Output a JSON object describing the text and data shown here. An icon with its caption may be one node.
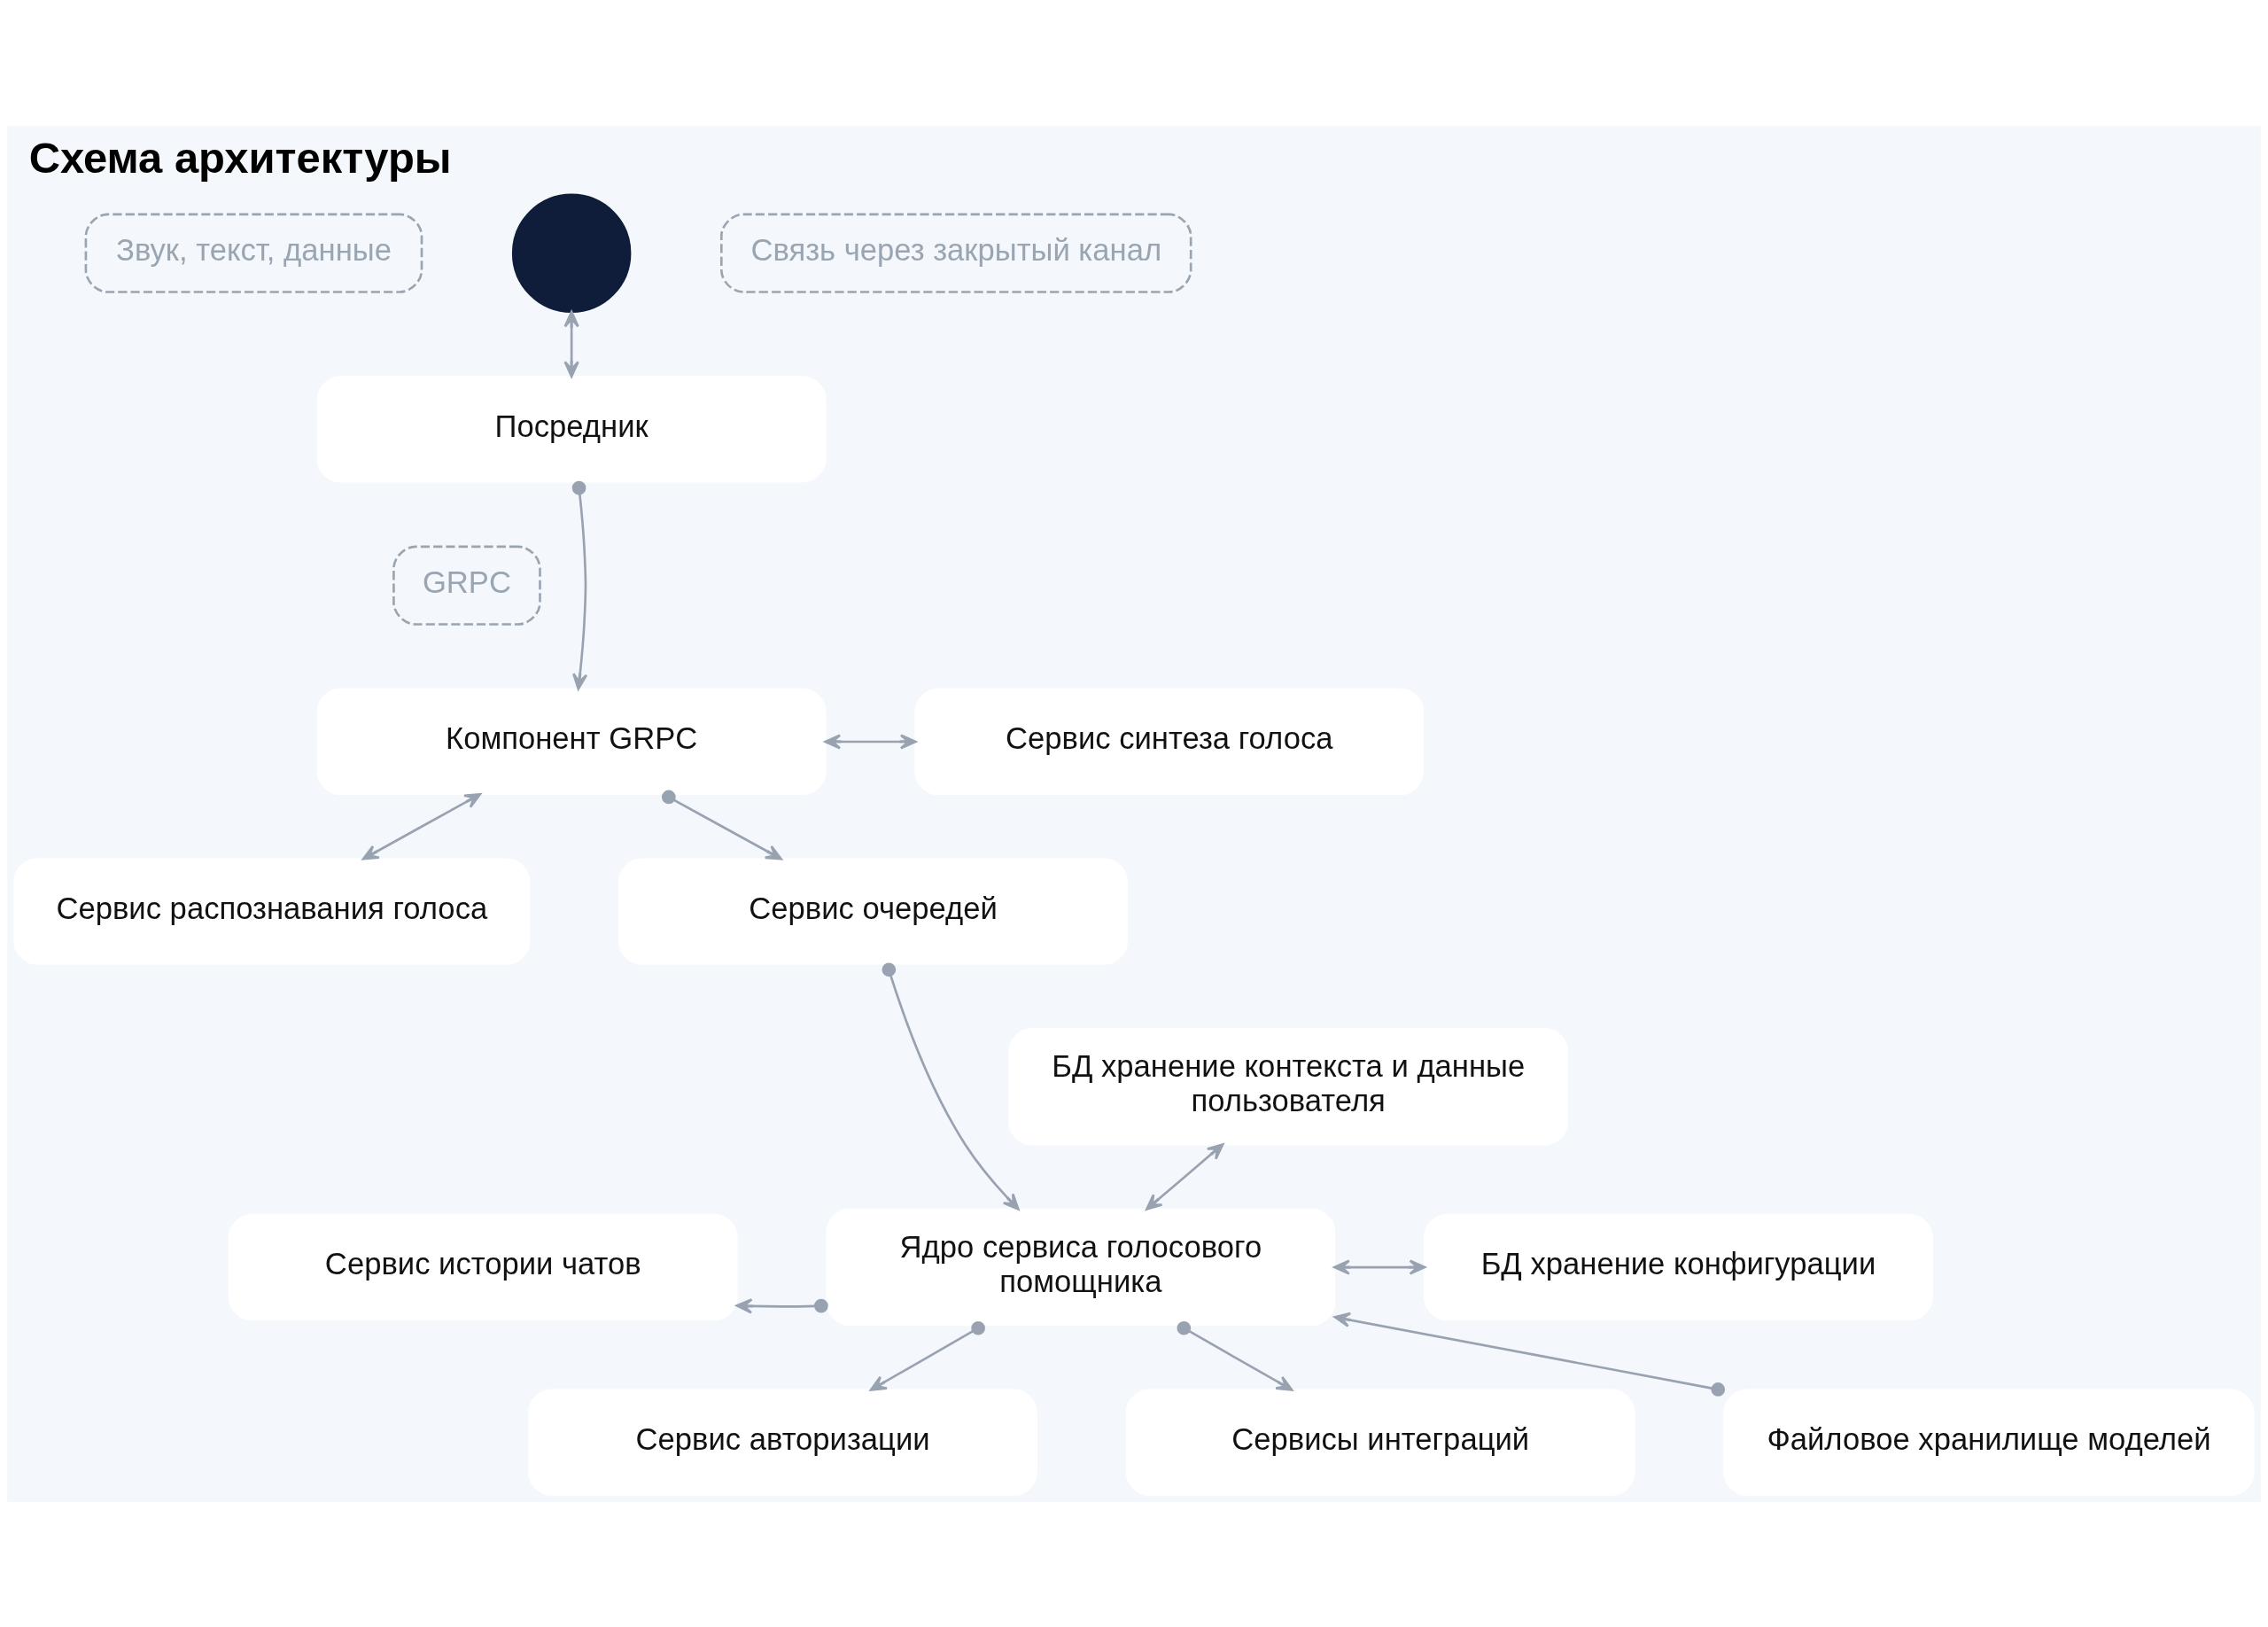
{
  "diagram": {
    "title": "Схема архитектуры",
    "nodes": [
      {
        "text": [],
        "shape": "person"
      },
      {
        "text": [
          "Звук, текст, данные"
        ]
      },
      {
        "text": [
          "Связь через закрытый канал"
        ]
      },
      {
        "text": [
          "Посредник"
        ]
      },
      {
        "text": [
          "GRPC"
        ]
      },
      {
        "text": [
          "Компонент GRPC"
        ]
      },
      {
        "text": [
          "Сервис синтеза голоса"
        ]
      },
      {
        "text": [
          "Сервис распознавания голоса"
        ]
      },
      {
        "text": [
          "Сервис очередей"
        ]
      },
      {
        "text": [
          "БД хранение контекста и данные пользователя"
        ]
      },
      {
        "text": [
          "Сервис истории чатов"
        ]
      },
      {
        "text": [
          "Ядро сервиса голосового помощника"
        ]
      },
      {
        "text": [
          "БД хранение конфигурации"
        ]
      },
      {
        "text": [
          "Файловое хранилище моделей"
        ]
      },
      {
        "text": [
          "Сервис авторизации"
        ]
      },
      {
        "text": [
          "Сервисы интеграций"
        ]
      }
    ],
    "edges": [
      {
        "from": 0,
        "to": 3,
        "arrow": "both"
      },
      {
        "from": 3,
        "to": 5,
        "arrow": "to"
      },
      {
        "from": 5,
        "to": 6,
        "arrow": "both"
      },
      {
        "from": 5,
        "to": 7,
        "arrow": "both"
      },
      {
        "from": 5,
        "to": 8,
        "arrow": "to"
      },
      {
        "from": 8,
        "to": 11,
        "arrow": "to"
      },
      {
        "from": 9,
        "to": 11,
        "arrow": "both"
      },
      {
        "from": 11,
        "to": 12,
        "arrow": "both"
      },
      {
        "from": 13,
        "to": 11,
        "arrow": "to"
      },
      {
        "from": 11,
        "to": 10,
        "arrow": "to"
      },
      {
        "from": 11,
        "to": 14,
        "arrow": "to"
      },
      {
        "from": 11,
        "to": 15,
        "arrow": "to"
      }
    ]
  }
}
